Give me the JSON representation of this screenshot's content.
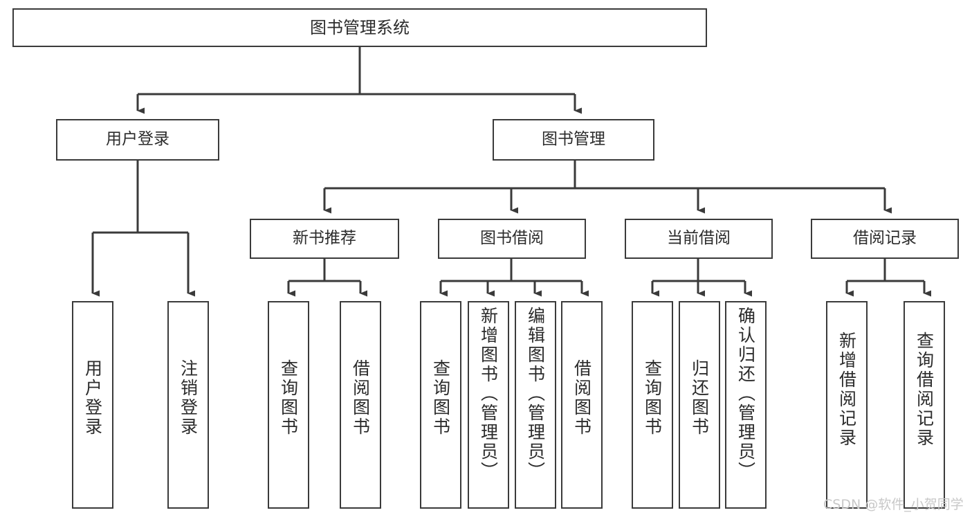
{
  "diagram": {
    "type": "tree",
    "title": "图书管理系统",
    "root": {
      "label": "图书管理系统"
    },
    "level2": [
      {
        "label": "用户登录"
      },
      {
        "label": "图书管理"
      }
    ],
    "level3": [
      {
        "label": "新书推荐"
      },
      {
        "label": "图书借阅"
      },
      {
        "label": "当前借阅"
      },
      {
        "label": "借阅记录"
      }
    ],
    "leaves": {
      "user_login": [
        {
          "label": "用户登录"
        },
        {
          "label": "注销登录"
        }
      ],
      "new_book_recommend": [
        {
          "label": "查询图书"
        },
        {
          "label": "借阅图书"
        }
      ],
      "book_borrow": [
        {
          "label": "查询图书"
        },
        {
          "label": "新增图书（管理员）"
        },
        {
          "label": "编辑图书（管理员）"
        },
        {
          "label": "借阅图书"
        }
      ],
      "current_borrow": [
        {
          "label": "查询图书"
        },
        {
          "label": "归还图书"
        },
        {
          "label": "确认归还（管理员）"
        }
      ],
      "borrow_record": [
        {
          "label": "新增借阅记录"
        },
        {
          "label": "查询借阅记录"
        }
      ]
    }
  },
  "watermark": {
    "text": "CSDN @软件_小贺同学"
  },
  "colors": {
    "background": "#ffffff",
    "box_border": "#3a3a3a",
    "box_fill": "#ffffff",
    "text": "#2b2b2b",
    "connector": "#3a3a3a",
    "watermark": "#c8c8c8"
  }
}
